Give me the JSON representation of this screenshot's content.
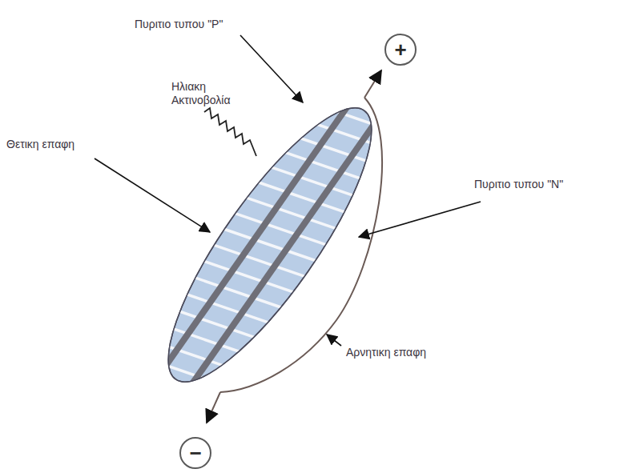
{
  "diagram": {
    "nodes": [
      {
        "text": [
          "+"
        ]
      },
      {
        "text": [
          "−"
        ]
      }
    ],
    "labels": [
      "Πυριτιο τυπου \"P\"",
      "Ηλιακη Ακτινοβολία",
      "Θετικη επαφη",
      "Πυριτιο τυπου \"N\"",
      "Αρνητικη επαφη"
    ]
  }
}
